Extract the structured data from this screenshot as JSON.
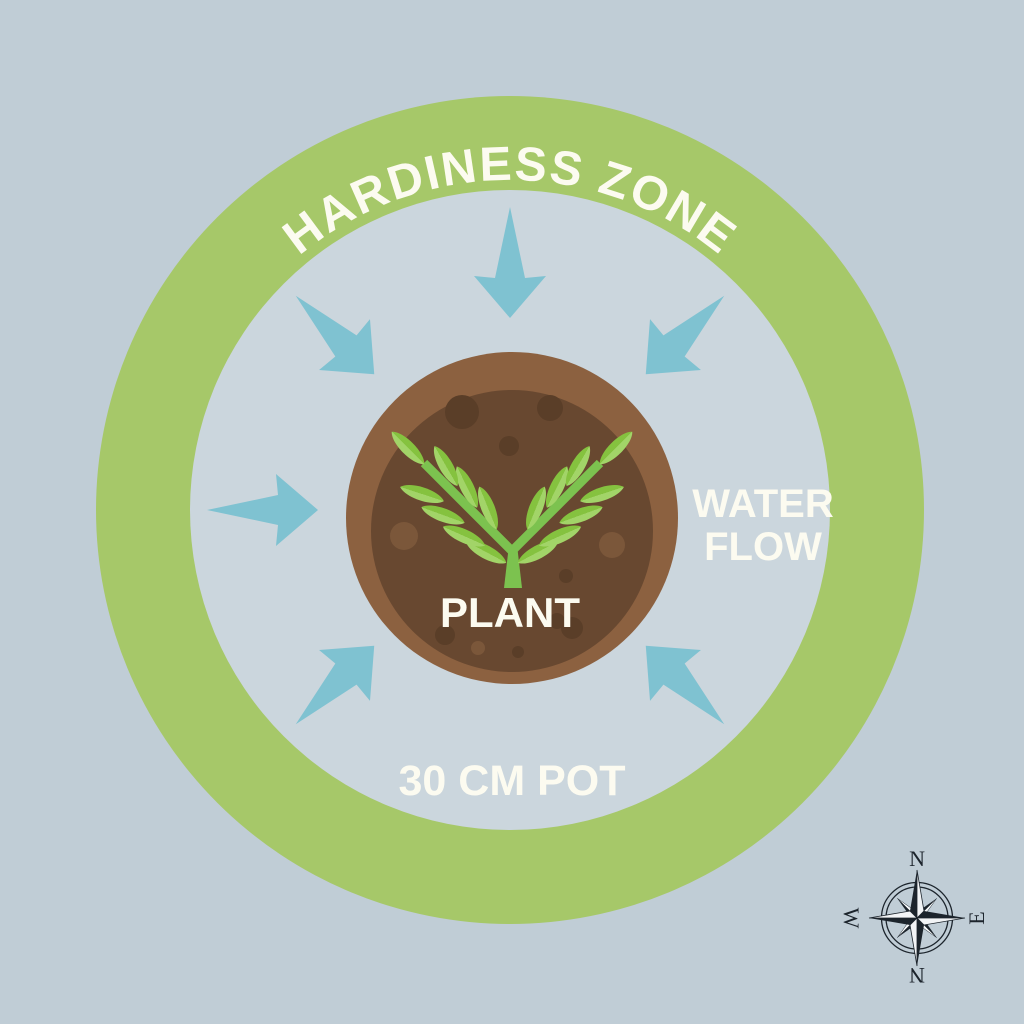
{
  "diagram": {
    "ring_label": "HARDINESS ZONE",
    "plant_label": "PLANT",
    "water_flow_line1": "WATER",
    "water_flow_line2": "FLOW",
    "pot_size_label": "30 CM POT"
  },
  "compass": {
    "top": "N",
    "right": "E",
    "bottom": "N",
    "left": "W"
  },
  "colors": {
    "background": "#c0cdd6",
    "inner_zone": "#cbd6dd",
    "ring_green": "#a6c869",
    "arrow_teal": "#7fc2d1",
    "pot_rim": "#8c6140",
    "soil": "#684830",
    "soil_spot_dark": "#5a3e28",
    "soil_spot_light": "#7b573a",
    "stem_green": "#7cc24f",
    "leaf_base_green": "#85c23f",
    "leaf_light_green": "#a2d468",
    "label_white": "#fcfbf0",
    "compass_dark": "#1c242c",
    "compass_light": "#f2f4f6"
  }
}
